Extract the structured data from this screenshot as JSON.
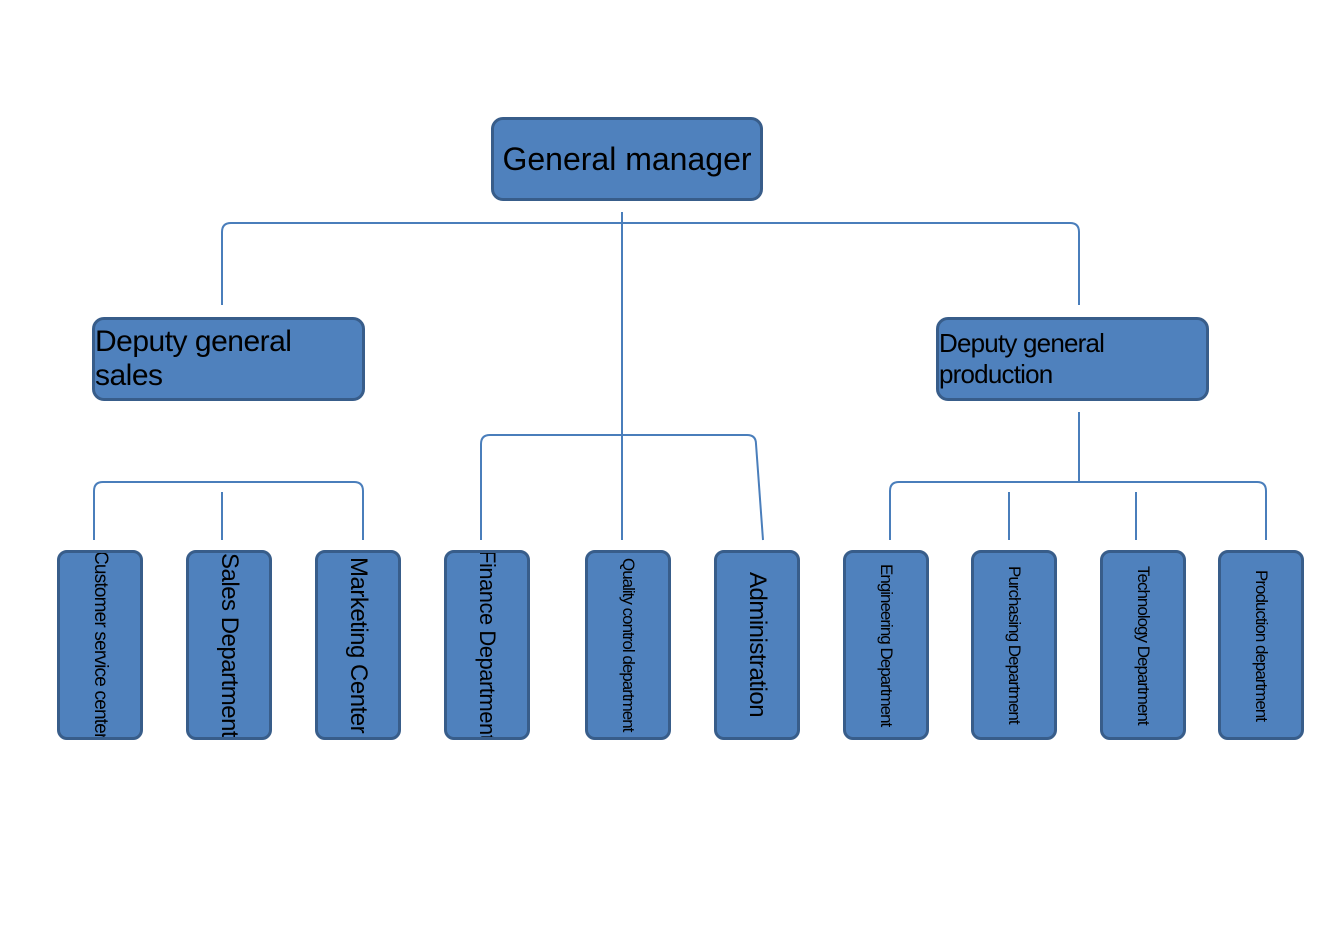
{
  "diagram": {
    "root": {
      "label": "General manager"
    },
    "deputies": [
      {
        "label": "Deputy general sales"
      },
      {
        "label": "Deputy general production"
      }
    ],
    "departments": [
      {
        "label": "Customer service center"
      },
      {
        "label": "Sales Department"
      },
      {
        "label": "Marketing Center"
      },
      {
        "label": "Finance Department"
      },
      {
        "label": "Quality control department"
      },
      {
        "label": "Administration"
      },
      {
        "label": "Engineering Department"
      },
      {
        "label": "Purchasing Department"
      },
      {
        "label": "Technology Department"
      },
      {
        "label": "Production department"
      }
    ],
    "colors": {
      "box_fill": "#4f81bd",
      "box_border": "#385d8a",
      "connector": "#4a7ebb",
      "text": "#000000"
    }
  }
}
